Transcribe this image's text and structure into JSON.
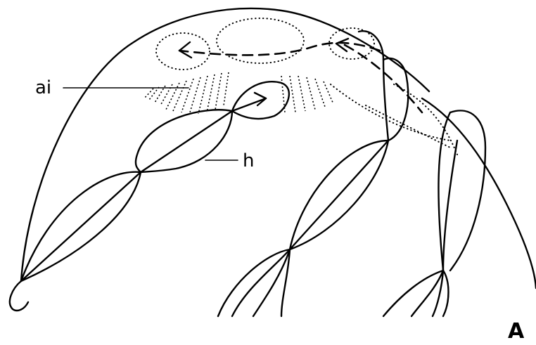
{
  "labels": {
    "ai": "ai",
    "h": "h",
    "panel": "A"
  }
}
